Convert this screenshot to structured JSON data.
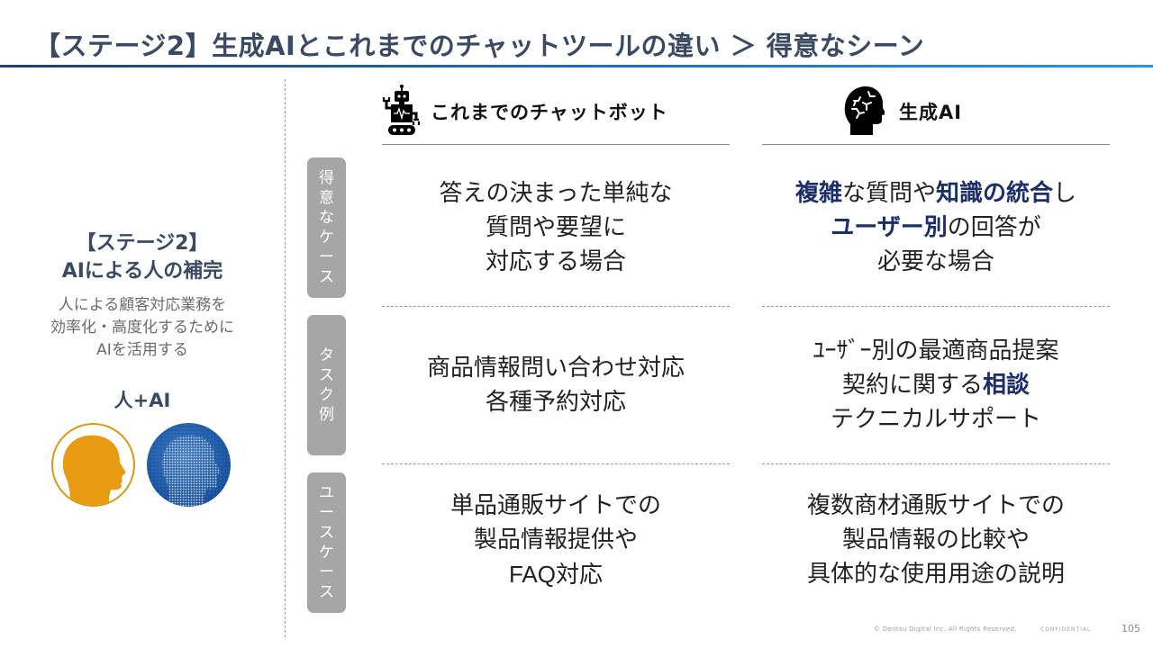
{
  "title": "【ステージ2】生成AIとこれまでのチャットツールの違い ＞ 得意なシーン",
  "colors": {
    "title_text": "#3b4a63",
    "title_rule_start": "#1c3e7a",
    "title_rule_end": "#1a9ae0",
    "highlight": "#1c2f6b",
    "row_label_bg": "#a6a6a6",
    "human_head": "#e89a10",
    "ai_head": "#1c58a5"
  },
  "left_panel": {
    "stage_title_line1": "【ステージ2】",
    "stage_title_line2": "AIによる人の補完",
    "description_lines": [
      "人による顧客対応業務を",
      "効率化・高度化するために",
      "AIを活用する"
    ],
    "human_ai_label": "人+AI",
    "icons": [
      "human-head-icon",
      "ai-head-icon"
    ]
  },
  "columns": [
    {
      "label": "これまでのチャットボット",
      "icon": "robot-icon"
    },
    {
      "label": "生成AI",
      "icon": "brain-head-icon"
    }
  ],
  "rows": [
    {
      "label_chars": [
        "得",
        "意",
        "な",
        "ケ",
        "ー",
        "ス"
      ],
      "label": "得意なケース",
      "chatbot": {
        "lines": [
          [
            {
              "t": "答えの決まった単純な"
            }
          ],
          [
            {
              "t": "質問や要望に"
            }
          ],
          [
            {
              "t": "対応する場合"
            }
          ]
        ]
      },
      "genai": {
        "lines": [
          [
            {
              "t": "複雑",
              "hl": true
            },
            {
              "t": "な質問や"
            },
            {
              "t": "知識の統合",
              "hl": true
            },
            {
              "t": "し"
            }
          ],
          [
            {
              "t": "ユーザー別",
              "hl": true
            },
            {
              "t": "の回答が"
            }
          ],
          [
            {
              "t": "必要な場合"
            }
          ]
        ]
      }
    },
    {
      "label_chars": [
        "タ",
        "ス",
        "ク",
        "例"
      ],
      "label": "タスク例",
      "chatbot": {
        "lines": [
          [
            {
              "t": "商品情報問い合わせ対応"
            }
          ],
          [
            {
              "t": "各種予約対応"
            }
          ]
        ]
      },
      "genai": {
        "lines": [
          [
            {
              "t": "ﾕｰｻﾞｰ別の最適商品提案"
            }
          ],
          [
            {
              "t": "契約に関する"
            },
            {
              "t": "相談",
              "hl": true
            }
          ],
          [
            {
              "t": "テクニカルサポート"
            }
          ]
        ]
      }
    },
    {
      "label_chars": [
        "ユ",
        "ー",
        "ス",
        "ケ",
        "ー",
        "ス"
      ],
      "label": "ユースケース",
      "chatbot": {
        "lines": [
          [
            {
              "t": "単品通販サイトでの"
            }
          ],
          [
            {
              "t": "製品情報提供や"
            }
          ],
          [
            {
              "t": "FAQ",
              "latin": true
            },
            {
              "t": "対応"
            }
          ]
        ]
      },
      "genai": {
        "lines": [
          [
            {
              "t": "複数商材通販サイトでの"
            }
          ],
          [
            {
              "t": "製品情報の比較や"
            }
          ],
          [
            {
              "t": "具体的な使用用途の説明"
            }
          ]
        ]
      }
    }
  ],
  "footer": {
    "copyright": "© Dentsu Digital Inc. All Rights Reserved.",
    "confidential": "CONFIDENTIAL",
    "page_number": "105"
  }
}
